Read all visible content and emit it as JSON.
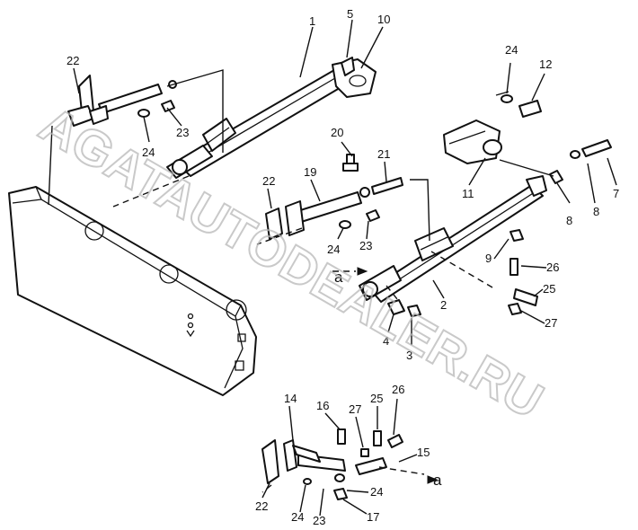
{
  "watermark": "AGATAUTODEALER.RU",
  "arrow_labels": {
    "top": "a",
    "bottom": "a"
  },
  "callouts": [
    {
      "id": "c1",
      "text": "1"
    },
    {
      "id": "c5",
      "text": "5"
    },
    {
      "id": "c10",
      "text": "10"
    },
    {
      "id": "c22a",
      "text": "22"
    },
    {
      "id": "c23a",
      "text": "23"
    },
    {
      "id": "c24a",
      "text": "24"
    },
    {
      "id": "c24b",
      "text": "24"
    },
    {
      "id": "c12",
      "text": "12"
    },
    {
      "id": "c20",
      "text": "20"
    },
    {
      "id": "c21",
      "text": "21"
    },
    {
      "id": "c19",
      "text": "19"
    },
    {
      "id": "c22b",
      "text": "22"
    },
    {
      "id": "c11",
      "text": "11"
    },
    {
      "id": "c7",
      "text": "7"
    },
    {
      "id": "c8a",
      "text": "8"
    },
    {
      "id": "c8b",
      "text": "8"
    },
    {
      "id": "c24c",
      "text": "24"
    },
    {
      "id": "c23b",
      "text": "23"
    },
    {
      "id": "c9",
      "text": "9"
    },
    {
      "id": "c26a",
      "text": "26"
    },
    {
      "id": "c25a",
      "text": "25"
    },
    {
      "id": "c2",
      "text": "2"
    },
    {
      "id": "c27a",
      "text": "27"
    },
    {
      "id": "c4",
      "text": "4"
    },
    {
      "id": "c3",
      "text": "3"
    },
    {
      "id": "c14",
      "text": "14"
    },
    {
      "id": "c16",
      "text": "16"
    },
    {
      "id": "c27b",
      "text": "27"
    },
    {
      "id": "c25b",
      "text": "25"
    },
    {
      "id": "c26b",
      "text": "26"
    },
    {
      "id": "c15",
      "text": "15"
    },
    {
      "id": "c22c",
      "text": "22"
    },
    {
      "id": "c24d",
      "text": "24"
    },
    {
      "id": "c23c",
      "text": "23"
    },
    {
      "id": "c24e",
      "text": "24"
    },
    {
      "id": "c17",
      "text": "17"
    }
  ]
}
